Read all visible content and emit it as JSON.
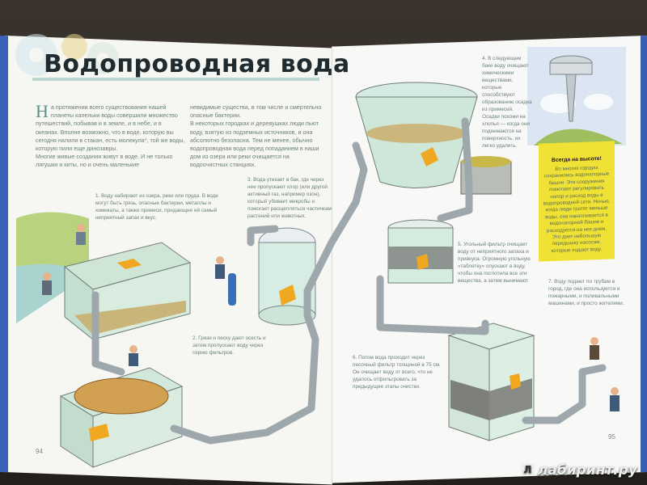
{
  "title": "Водопроводная вода",
  "intro_drop": "Н",
  "intro_col1": "а протяжении всего существования нашей планеты капельки воды совершили множество путешествий, побывав и в земле, и в небе, и в океанах. Вполне возможно, что в воде, которую вы сегодня налили в стакан, есть молекула*, той же воды, которую пили еще динозавры.",
  "intro_col1b": "Многие живые создания живут в воде. И не только лягушки и киты, но и очень маленькие",
  "intro_col2": "невидимые существа, в том числе и смертельно опасные бактерии.",
  "intro_col2b": "В некоторых городках и деревушках люди пьют воду, взятую из подземных источников, и она абсолютно безопасна. Тем не менее, обычно водопроводная вода перед попаданием в наши дом из озера или реки очищается на водоочистных станциях.",
  "steps": {
    "s1": "1. Воду набирают из озера, реки или пруда. В воде могут быть грязь, опасные бактерии, металлы и химикаты, а также примеси, придающие ей самый неприятный запах и вкус.",
    "s2": "2. Грязи и песку дают осесть и затем пропускают воду через серию фильтров.",
    "s3": "3. Вода утекает в бак, где через нее пропускают хлор (или другой активный газ, например озон), который убивает микробы и помогает расщепляться частичкам растений или животных.",
    "s4": "4. В следующем баке воду очищают химическими веществами, которые способствуют образованию осадка из примесей. Осадки похожи на хлопья — когда они поднимаются на поверхность, их легко удалить.",
    "s5": "5. Угольный фильтр очищает воду от неприятного запаха и привкуса. Огромную угольную «таблетку» опускают в воду, чтобы она поглотила все эти вещества, а затем вынимают.",
    "s6": "6. Потом вода проходит через песочный фильтр толщиной в 75 см. Он очищает воду от всего, что не удалось отфильтровать за предыдущие этапы очистки.",
    "s7": "7. Воду подают по трубам в город, где она используется и пожарными, и поливальными машинами, и просто жителями."
  },
  "sidebar": {
    "heading": "Всегда на высоте!",
    "text": "Во многих городах сохранились водонапорные башни. Эти сооружения помогают регулировать напор и расход воды в водопроводной сети. Ночью, когда люди тратят меньше воды, она накапливается в водонапорной башне и расходуется на нее днем. Это дает небольшую передышку насосам, которые подают воду."
  },
  "page_left": "94",
  "page_right": "95",
  "watermark": "лабиринт.ру",
  "watermark_icon": "Л",
  "colors": {
    "pipe": "#9ea7ab",
    "water": "#c9e8de",
    "yellow": "#f0e234",
    "blue_edge": "#3c63b8"
  }
}
